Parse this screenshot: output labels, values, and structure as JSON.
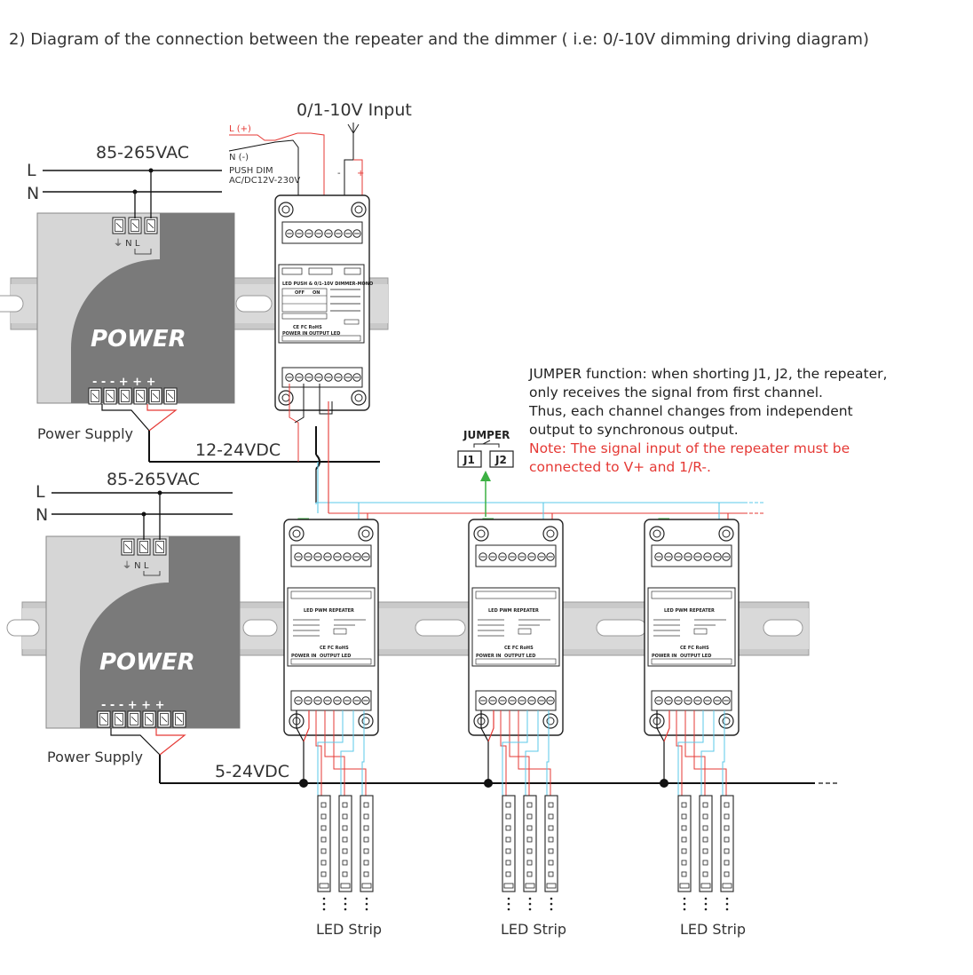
{
  "heading": "2)  Diagram of the connection between the repeater and the dimmer ( i.e: 0/-10V dimming driving diagram)",
  "input": {
    "label": "0/1-10V Input",
    "minus": "-",
    "plus": "+",
    "l_plus": "L (+)",
    "n_minus": "N (-)",
    "push_dim": "PUSH DIM",
    "push_dim_range": "AC/DC12V-230V"
  },
  "supply_top": {
    "ac_label": "85-265VAC",
    "l": "L",
    "n": "N",
    "power_text": "POWER",
    "terminals_ac": "⏚  N  L",
    "terminals_dc": "- - - + + +",
    "name": "Power Supply",
    "dc_label": "12-24VDC"
  },
  "supply_bottom": {
    "ac_label": "85-265VAC",
    "l": "L",
    "n": "N",
    "power_text": "POWER",
    "terminals_ac": "⏚  N  L",
    "terminals_dc": "- - - + + +",
    "name": "Power Supply",
    "dc_label": "5-24VDC"
  },
  "dimmer": {
    "model": "LED PUSH & 0/1-10V DIMMER-MONO",
    "off": "OFF",
    "on": "ON",
    "cert": "CE FC RoHS",
    "power_in": "POWER IN",
    "output_led": "OUTPUT LED"
  },
  "repeater": {
    "model": "LED PWM REPEATER",
    "cert": "CE FC RoHS",
    "power_in": "POWER IN",
    "output_led": "OUTPUT LED"
  },
  "jumper": {
    "title": "JUMPER",
    "j1": "J1",
    "j2": "J2"
  },
  "notes": {
    "line1": "JUMPER function: when shorting J1, J2, the repeater,",
    "line2": "only receives the signal from first channel.",
    "line3": "Thus, each channel changes from independent",
    "line4": "output to synchronous output.",
    "note1": "Note: The signal input of the repeater must be",
    "note2": "connected to V+ and 1/R-."
  },
  "strips": [
    {
      "label": "LED Strip"
    },
    {
      "label": "LED Strip"
    },
    {
      "label": "LED Strip"
    }
  ],
  "colors": {
    "wire_black": "#111111",
    "wire_red": "#e53935",
    "wire_cyan": "#5bc8e8",
    "wire_green": "#3cb043",
    "rail": "#c8c8c8",
    "power_box": "#d6d6d6",
    "power_arc": "#7a7a7a"
  }
}
